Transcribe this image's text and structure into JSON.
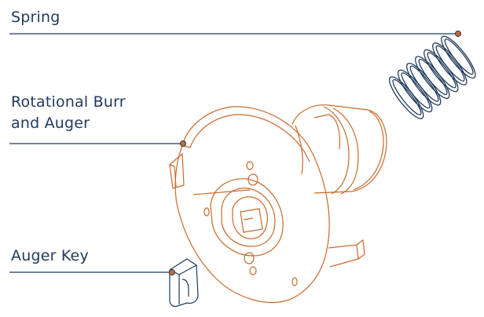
{
  "labels": {
    "spring": "Spring",
    "burr_line1": "Rotational Burr",
    "burr_line2": "and Auger",
    "auger_key": "Auger Key"
  },
  "colors": {
    "label_text": "#1f3a5a",
    "leader_line": "#1f3a5a",
    "burr_stroke": "#c96a2b",
    "part_stroke": "#1f3a5a",
    "dot_fill": "#c96a2b"
  }
}
